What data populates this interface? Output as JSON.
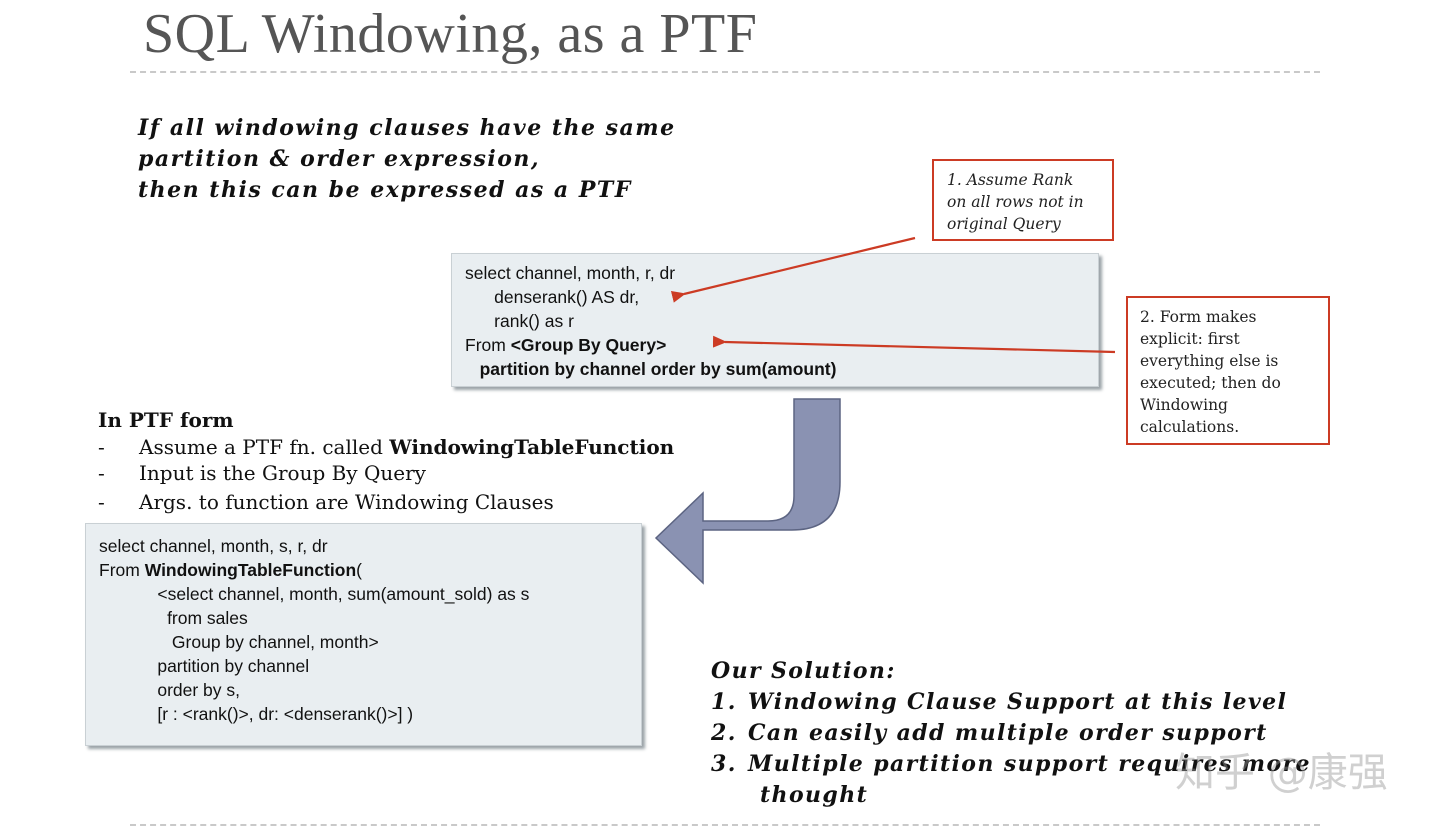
{
  "title": "SQL Windowing, as a PTF",
  "intro": {
    "lines": [
      "If all windowing clauses have the same",
      "partition & order expression,",
      "then this can be expressed as a PTF"
    ]
  },
  "callout1": {
    "lines": [
      "1. Assume Rank",
      "on all rows not in",
      "original Query"
    ]
  },
  "callout2": {
    "lines": [
      "2. Form makes",
      "explicit: first",
      "everything else is",
      "executed; then do",
      "Windowing",
      "calculations."
    ]
  },
  "query1": {
    "line1": "select channel, month, r, dr",
    "line2": "      denserank() AS dr,",
    "line3": "      rank() as r",
    "line4_prefix": "From ",
    "line4_bold": "<Group By Query>",
    "line5": "   partition by channel order by sum(amount)"
  },
  "ptf": {
    "heading": "In PTF form",
    "bullet_dash": "-",
    "bullet1_prefix": "Assume a PTF fn. called ",
    "bullet1_bold": "WindowingTableFunction",
    "bullet2": "Input is the Group By Query",
    "bullet3": "Args. to function are Windowing Clauses"
  },
  "query2": {
    "line1": "select channel, month, s, r, dr",
    "line2_prefix": "From ",
    "line2_bold": "WindowingTableFunction",
    "line2_suffix": "(",
    "line3": "            <select channel, month, sum(amount_sold) as s",
    "line4": "              from sales",
    "line5": "               Group by channel, month>",
    "line6": "            partition by channel",
    "line7": "            order by s,",
    "line8": "            [r : <rank()>, dr: <denserank()>] )"
  },
  "solution": {
    "heading": "Our Solution:",
    "items": [
      {
        "num": "1.",
        "text": "Windowing Clause Support at this level"
      },
      {
        "num": "2.",
        "text": "Can easily add multiple order support"
      },
      {
        "num": "3.",
        "text": "Multiple partition support requires more"
      },
      {
        "num": "",
        "text": "thought"
      }
    ]
  },
  "watermark": "知乎 @康强",
  "colors": {
    "title": "#555555",
    "callout_border": "#cc3b24",
    "code_bg": "#e9eef1",
    "arrow_fill": "#8a92b2",
    "arrow_stroke": "#5c6482"
  }
}
